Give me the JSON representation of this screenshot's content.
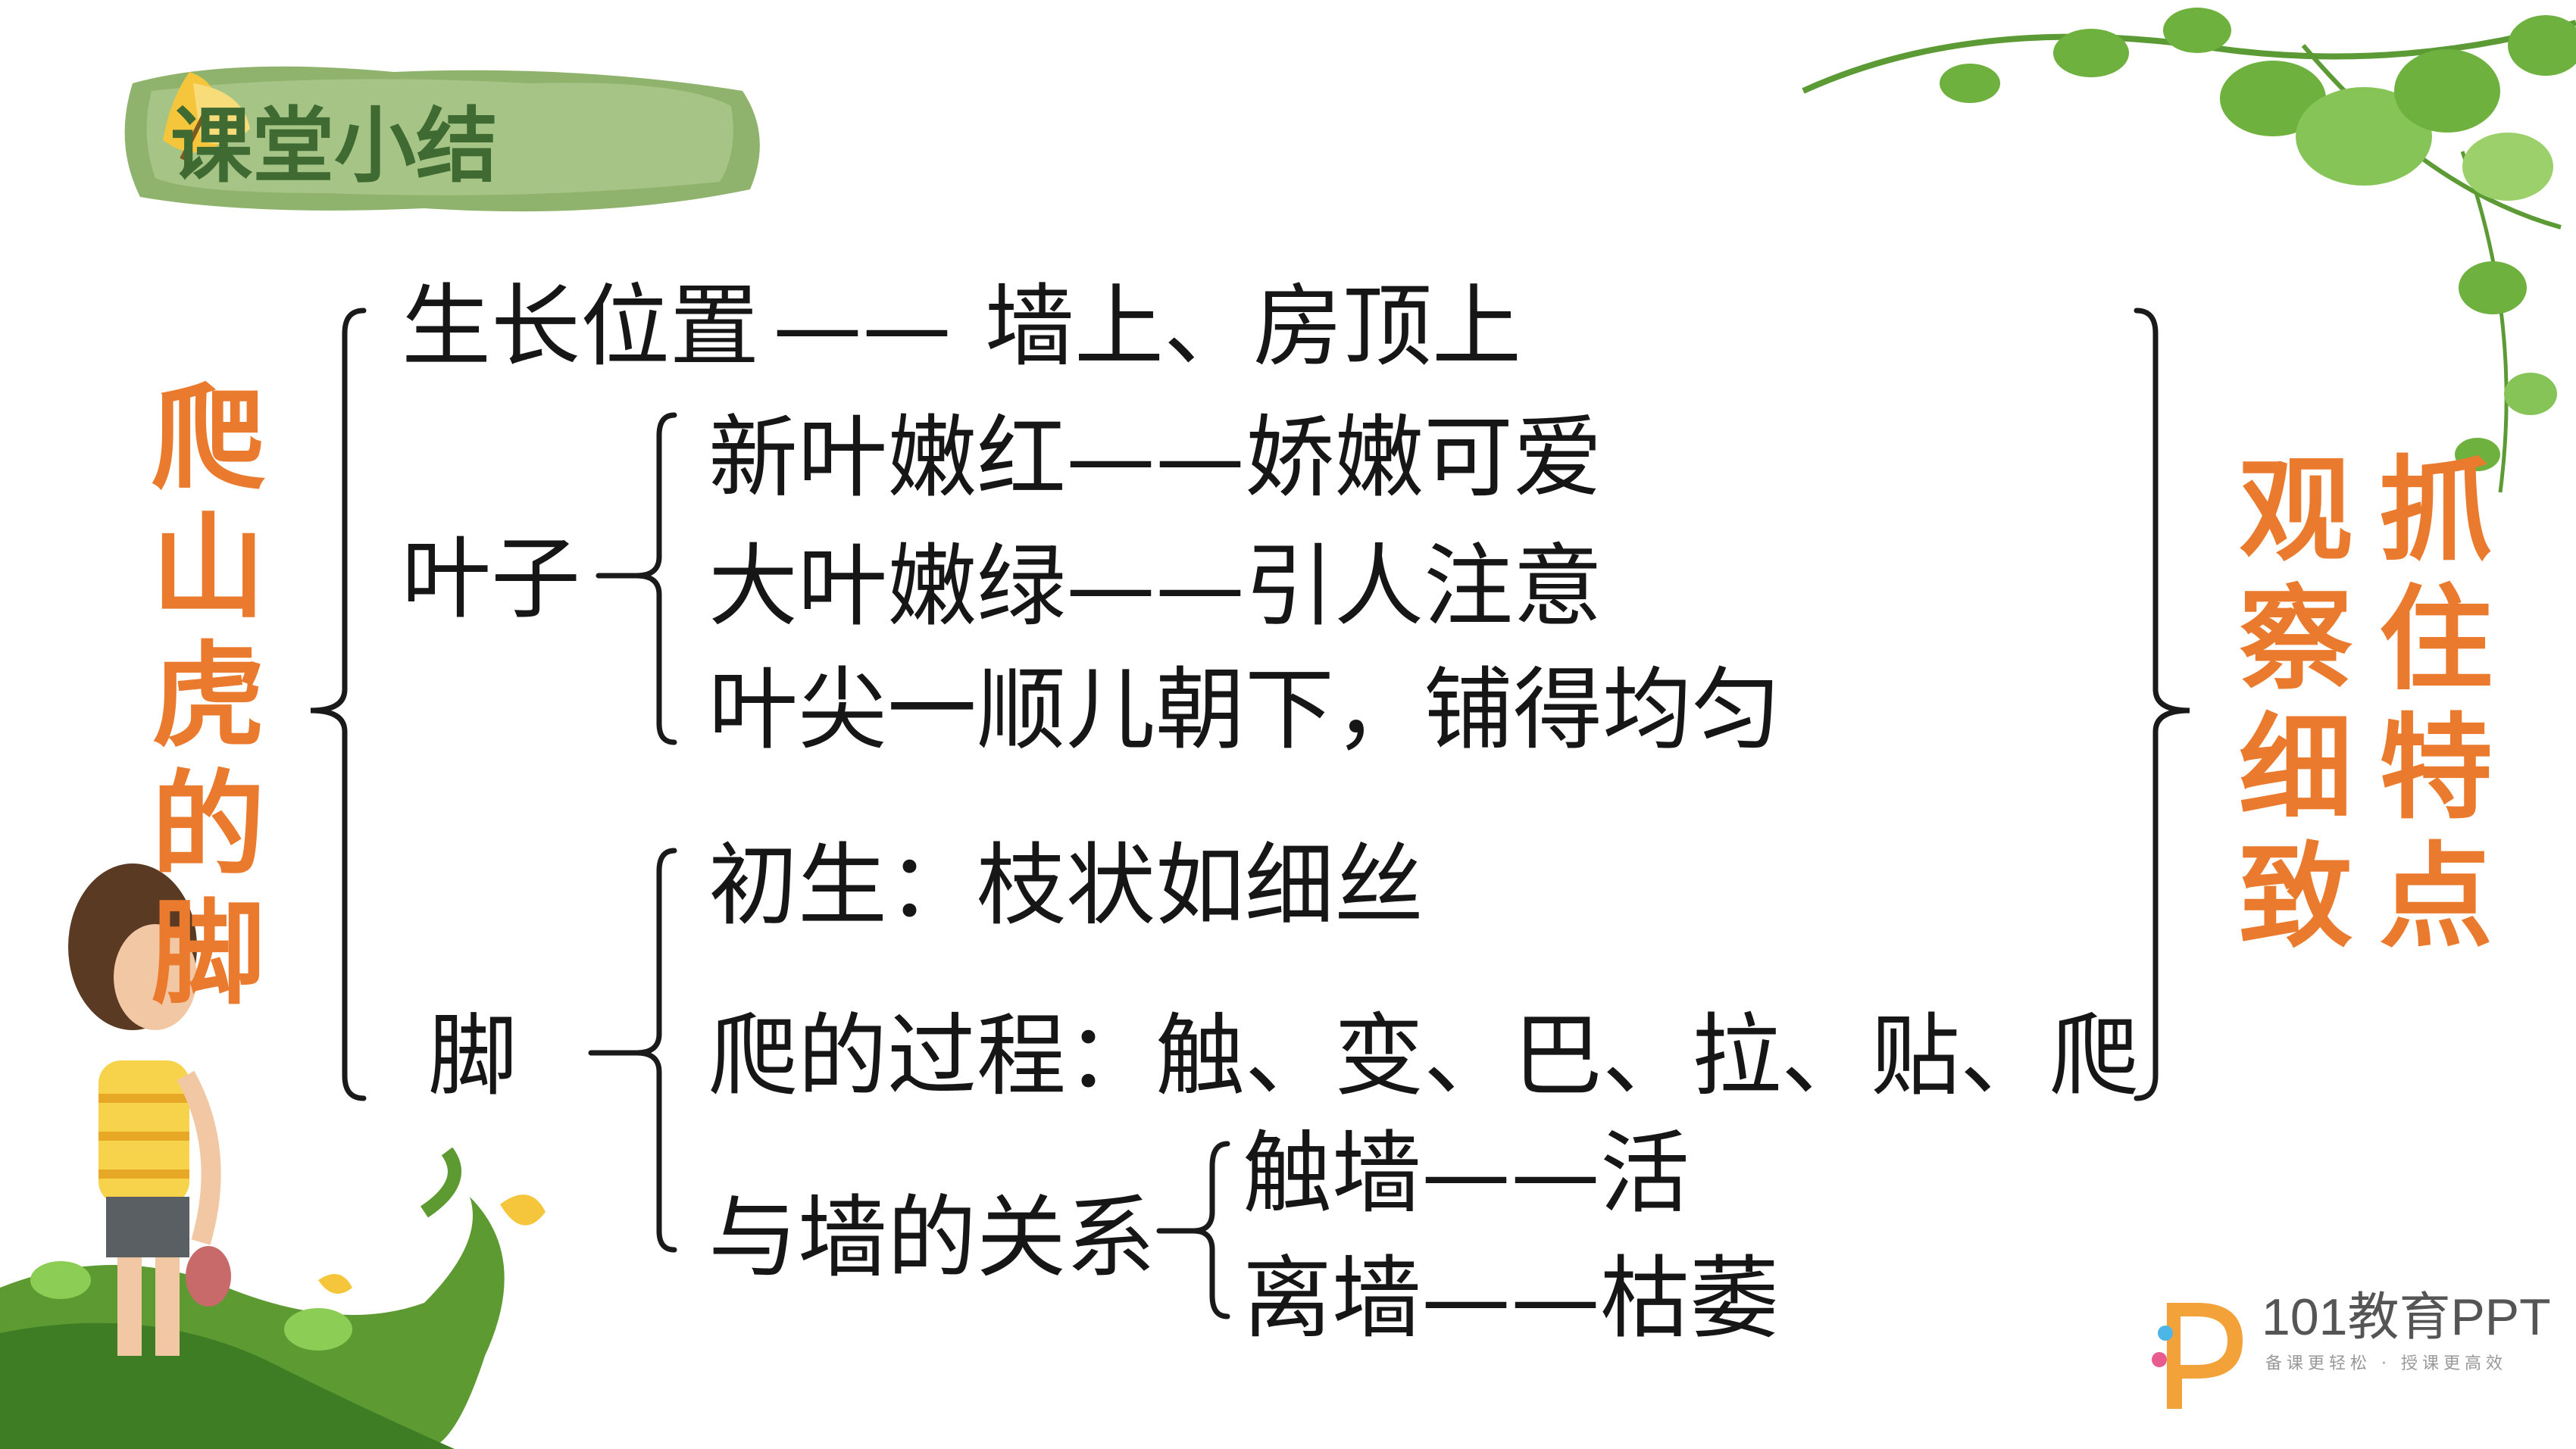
{
  "slide": {
    "section_title": "课堂小结",
    "left_vertical_title": [
      "爬",
      "山",
      "虎",
      "的",
      "脚"
    ],
    "right_col1": [
      "抓",
      "住",
      "特",
      "点"
    ],
    "right_col2": [
      "观",
      "察",
      "细",
      "致"
    ],
    "growth": {
      "label": "生长位置",
      "dash": "——",
      "value": "墙上、房顶上"
    },
    "leaf": {
      "label": "叶子",
      "items": [
        "新叶嫩红——娇嫩可爱",
        "大叶嫩绿——引人注意",
        "叶尖一顺儿朝下，铺得均匀"
      ]
    },
    "foot": {
      "label": "脚",
      "items": [
        "初生：枝状如细丝",
        "爬的过程：触、变、巴、拉、贴、爬",
        "与墙的关系"
      ],
      "relation": [
        "触墙——活",
        "离墙——枯萎"
      ]
    },
    "logo": {
      "brand": "101教育PPT",
      "tagline": "备课更轻松 · 授课更高效"
    }
  },
  "colors": {
    "accent_orange": "#ea7a2d",
    "badge_green": "#8fb36c",
    "text": "#161616"
  }
}
